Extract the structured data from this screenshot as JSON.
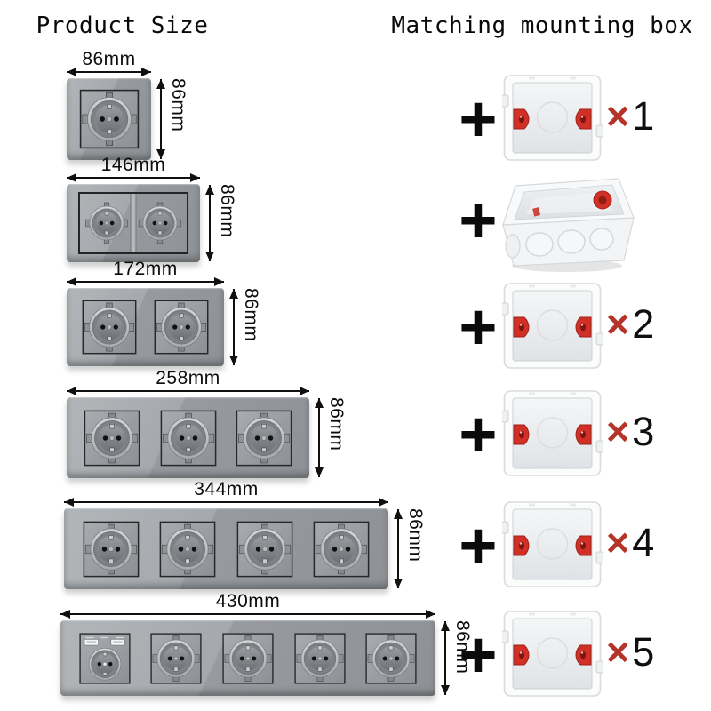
{
  "page": {
    "left_title": "Product Size",
    "right_title": "Matching mounting box"
  },
  "products": [
    {
      "width_label": "86mm",
      "height_label": "86mm",
      "gangs": "1",
      "has_usb": false
    },
    {
      "width_label": "146mm",
      "height_label": "86mm",
      "gangs": "2",
      "has_usb": false
    },
    {
      "width_label": "172mm",
      "height_label": "86mm",
      "gangs": "2",
      "has_usb": false
    },
    {
      "width_label": "258mm",
      "height_label": "86mm",
      "gangs": "3",
      "has_usb": false
    },
    {
      "width_label": "344mm",
      "height_label": "86mm",
      "gangs": "4",
      "has_usb": false
    },
    {
      "width_label": "430mm",
      "height_label": "86mm",
      "gangs": "5",
      "has_usb": true
    }
  ],
  "mounting": [
    {
      "plus": "+",
      "sign": "×",
      "count": "1",
      "box": "square-single-box"
    },
    {
      "plus": "+",
      "sign": "",
      "count": "",
      "box": "long-double-box"
    },
    {
      "plus": "+",
      "sign": "×",
      "count": "2",
      "box": "square-single-box"
    },
    {
      "plus": "+",
      "sign": "×",
      "count": "3",
      "box": "square-single-box"
    },
    {
      "plus": "+",
      "sign": "×",
      "count": "4",
      "box": "square-single-box"
    },
    {
      "plus": "+",
      "sign": "×",
      "count": "5",
      "box": "square-single-box"
    }
  ],
  "colors": {
    "multiplier_red": "#b5342a",
    "clip_red": "#d22f26",
    "panel_gray": "#9aa0a4",
    "text_black": "#0d0d0d"
  }
}
